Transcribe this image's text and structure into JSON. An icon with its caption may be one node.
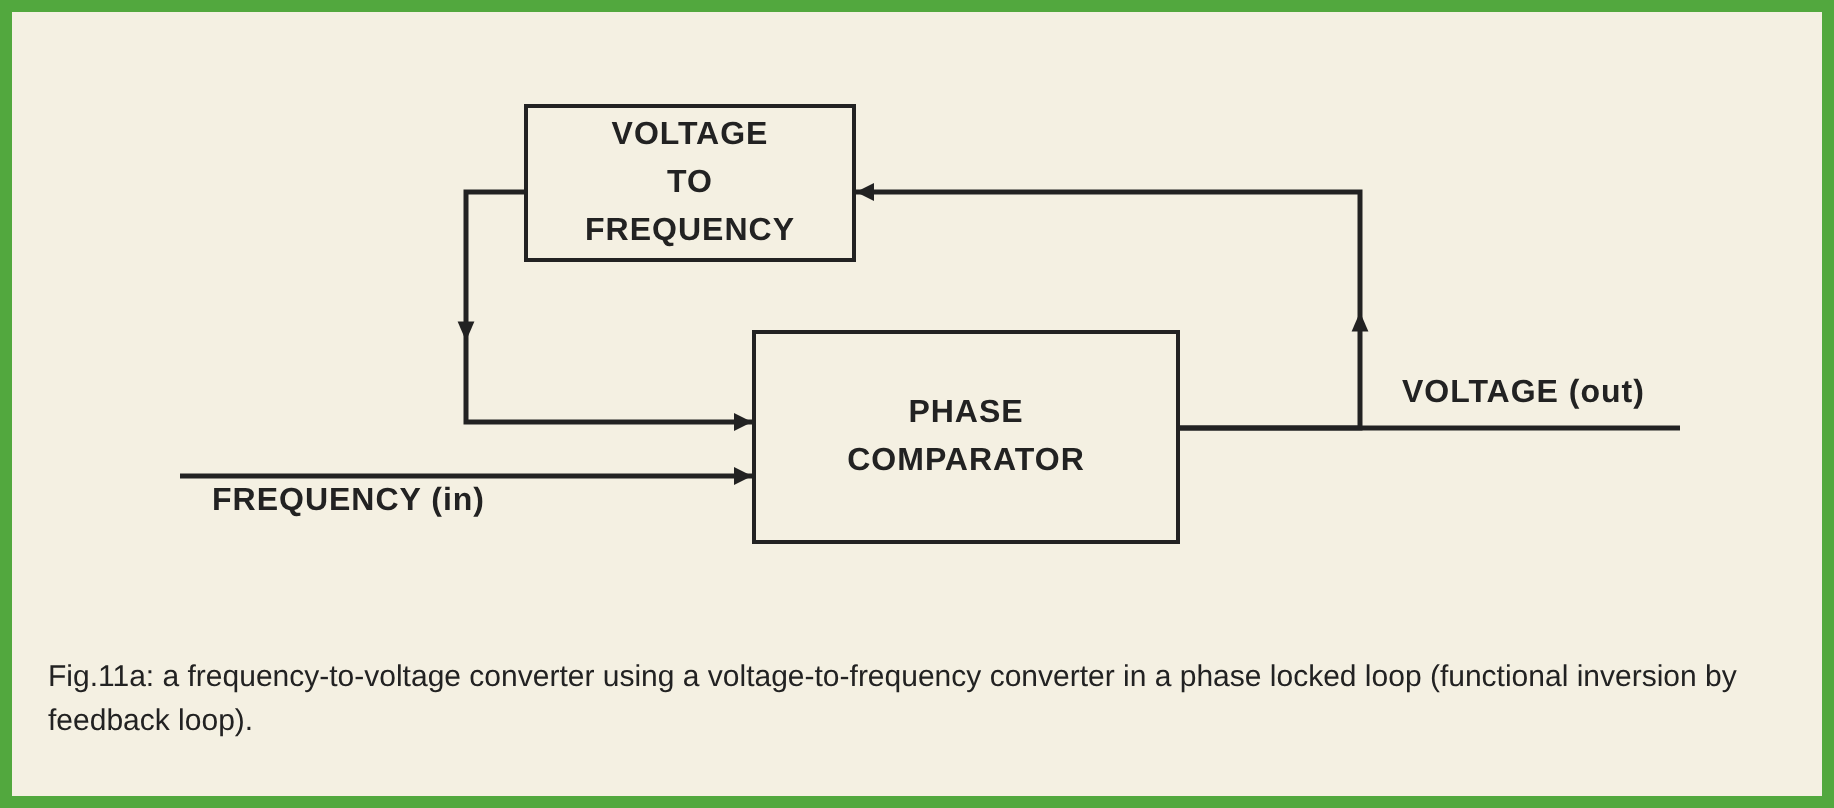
{
  "diagram": {
    "caption": "Fig.11a: a frequency-to-voltage converter using a voltage-to-frequency converter in a phase locked loop (functional inversion by feedback loop).",
    "nodes": [
      {
        "text": [
          "VOLTAGE TO FREQUENCY"
        ]
      },
      {
        "text": [
          "PHASE COMPARATOR"
        ]
      }
    ],
    "edges": [
      {
        "from": 1,
        "to": 0,
        "arrow": "to"
      },
      {
        "from": 0,
        "to": 1,
        "arrow": "to"
      },
      {
        "from": null,
        "to": 1,
        "arrow": "to",
        "label": "FREQUENCY (in)"
      },
      {
        "from": 1,
        "to": null,
        "arrow": "none",
        "label": "VOLTAGE (out)"
      }
    ]
  }
}
